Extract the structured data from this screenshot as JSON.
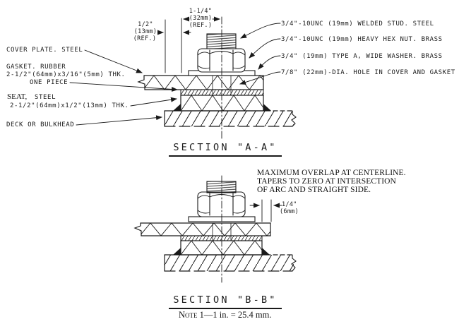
{
  "colors": {
    "ink": "#1a1a1a",
    "background": "#ffffff"
  },
  "section_a": {
    "title": "SECTION \"A-A\"",
    "dim_half": {
      "line1": "1/2\"",
      "line2": "(13mm)",
      "line3": "(REF.)"
    },
    "dim_one_quarter": {
      "line1": "1-1/4\"",
      "line2": "(32mm)",
      "line3": "(REF.)"
    },
    "labels_left": {
      "cover": "COVER PLATE. STEEL",
      "gasket_1": "GASKET. RUBBER",
      "gasket_2": "2-1/2\"(64mm)x3/16\"(5mm) THK.",
      "gasket_3": "ONE PIECE",
      "seat_word": "SEAT,",
      "seat_rest": "STEEL",
      "seat_2": "2-1/2\"(64mm)x1/2\"(13mm) THK.",
      "deck": "DECK OR BULKHEAD"
    },
    "labels_right": {
      "stud": "3/4\"-10UNC (19mm) WELDED STUD. STEEL",
      "nut": "3/4\"-10UNC (19mm) HEAVY HEX NUT. BRASS",
      "washer": "3/4\" (19mm) TYPE A, WIDE WASHER. BRASS",
      "hole": "7/8\" (22mm)-DIA. HOLE IN COVER AND GASKET"
    }
  },
  "section_b": {
    "title": "SECTION \"B-B\"",
    "annotation": {
      "line1": "MAXIMUM OVERLAP AT CENTERLINE.",
      "line2": "TAPERS TO ZERO AT INTERSECTION",
      "line3": "OF ARC AND STRAIGHT SIDE."
    },
    "dim_quarter": {
      "line1": "1/4\"",
      "line2": "(6mm)"
    }
  },
  "note": {
    "label": "Note",
    "text": "1—1 in. = 25.4 mm."
  }
}
